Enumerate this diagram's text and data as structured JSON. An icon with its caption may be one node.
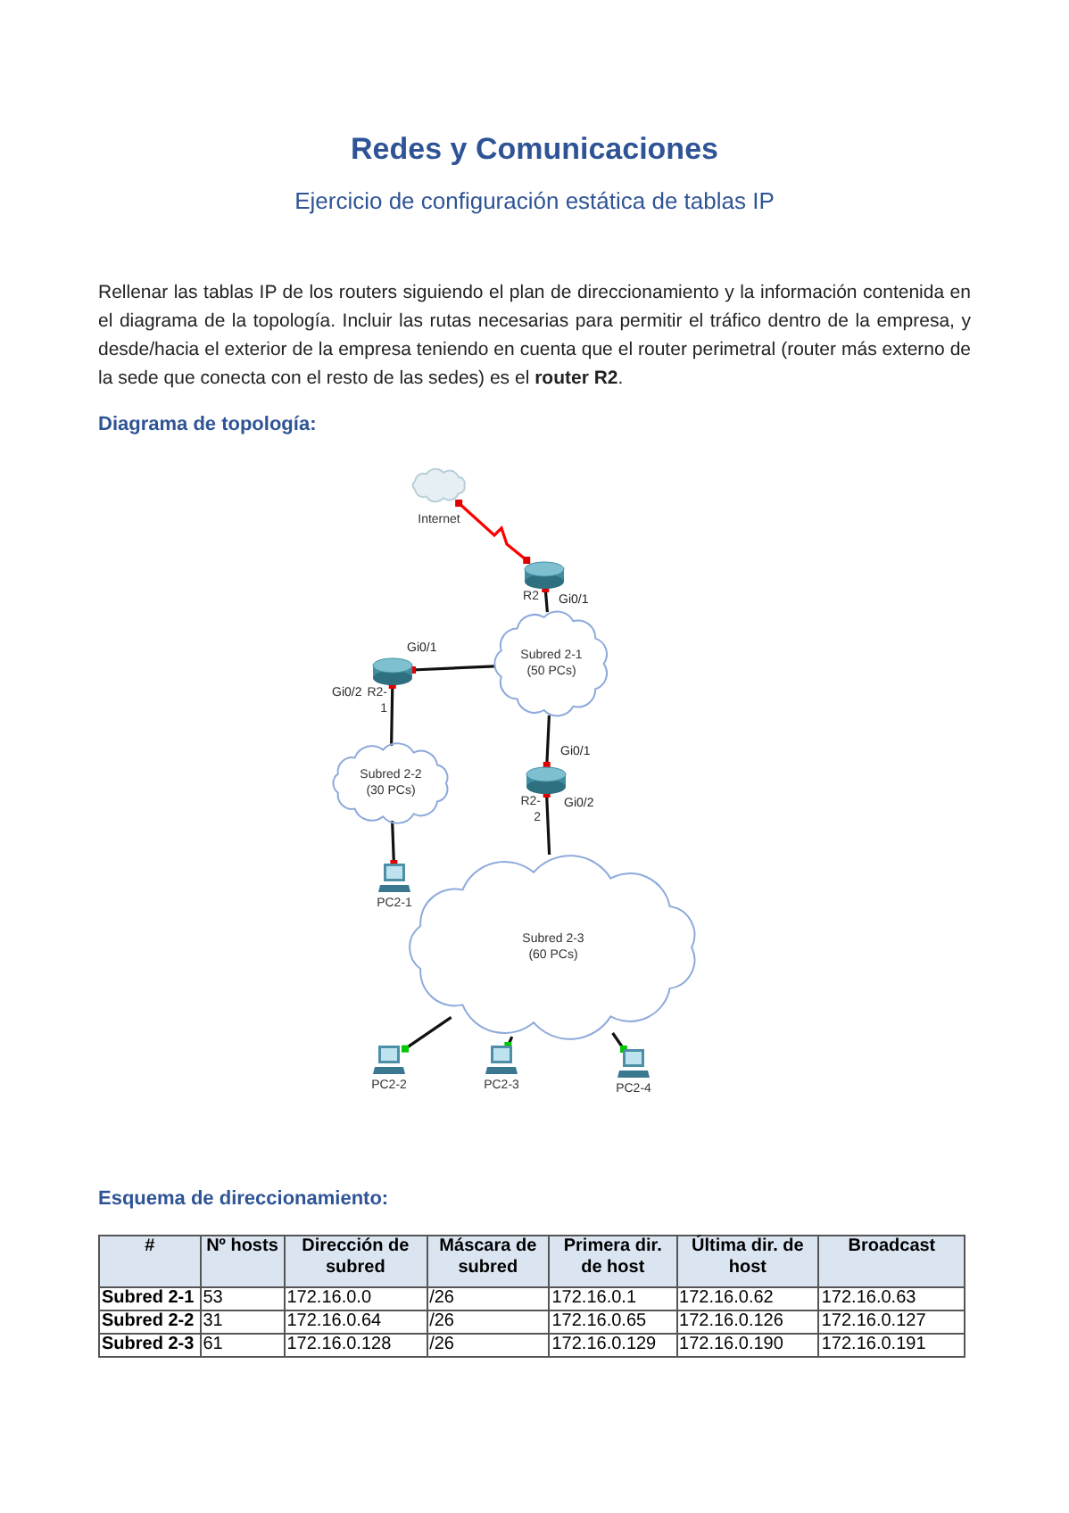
{
  "diagram": {
    "title": "Redes y Comunicaciones",
    "nodes": [
      {
        "text": [
          "Internet"
        ]
      },
      {
        "text": [
          "R2"
        ],
        "beside": [
          "Gi0/1"
        ]
      },
      {
        "text": [
          "Subred 2-1 (50 PCs)"
        ]
      },
      {
        "text": [
          "R2-1"
        ],
        "beside": [
          "Gi0/1",
          "Gi0/2"
        ]
      },
      {
        "text": [
          "Subred 2-2 (30 PCs)"
        ]
      },
      {
        "text": [
          "R2-2"
        ],
        "beside": [
          "Gi0/1",
          "Gi0/2"
        ]
      },
      {
        "text": [
          "Subred 2-3 (60 PCs)"
        ]
      },
      {
        "text": [
          "PC2-1"
        ]
      },
      {
        "text": [
          "PC2-2"
        ]
      },
      {
        "text": [
          "PC2-3"
        ]
      },
      {
        "text": [
          "PC2-4"
        ]
      }
    ],
    "edges": [
      {
        "from": 0,
        "to": 1,
        "arrow": "none",
        "color": "#ff0000"
      },
      {
        "from": 1,
        "to": 2,
        "arrow": "none"
      },
      {
        "from": 3,
        "to": 2,
        "arrow": "none"
      },
      {
        "from": 3,
        "to": 4,
        "arrow": "none"
      },
      {
        "from": 2,
        "to": 5,
        "arrow": "none"
      },
      {
        "from": 5,
        "to": 6,
        "arrow": "none"
      },
      {
        "from": 4,
        "to": 7,
        "arrow": "none"
      },
      {
        "from": 6,
        "to": 8,
        "arrow": "none"
      },
      {
        "from": 6,
        "to": 9,
        "arrow": "none"
      },
      {
        "from": 6,
        "to": 10,
        "arrow": "none"
      }
    ],
    "labels": [
      "Ejercicio de configuración estática de tablas IP",
      "Rellenar las tablas IP de los routers siguiendo el plan de direccionamiento y la información contenida en el diagrama de la topología. Incluir las rutas necesarias para permitir el tráfico dentro de la empresa, y desde/hacia el exterior de la empresa teniendo en cuenta que el router perimetral (router más externo de la sede que conecta con el resto de las sedes) es el **router R2**.",
      "Diagrama de topología:",
      "Esquema de direccionamiento:",
      "#",
      "Nº hosts",
      "Dirección de subred",
      "Máscara de subred",
      "Primera dir. de host",
      "Última dir. de host",
      "Broadcast",
      "Subred 2-1",
      "53",
      "172.16.0.0",
      "/26",
      "172.16.0.1",
      "172.16.0.62",
      "172.16.0.63",
      "Subred 2-2",
      "31",
      "172.16.0.64",
      "/26",
      "172.16.0.65",
      "172.16.0.126",
      "172.16.0.127",
      "Subred 2-3",
      "61",
      "172.16.0.128",
      "/26",
      "172.16.0.129",
      "172.16.0.190",
      "172.16.0.191"
    ]
  }
}
